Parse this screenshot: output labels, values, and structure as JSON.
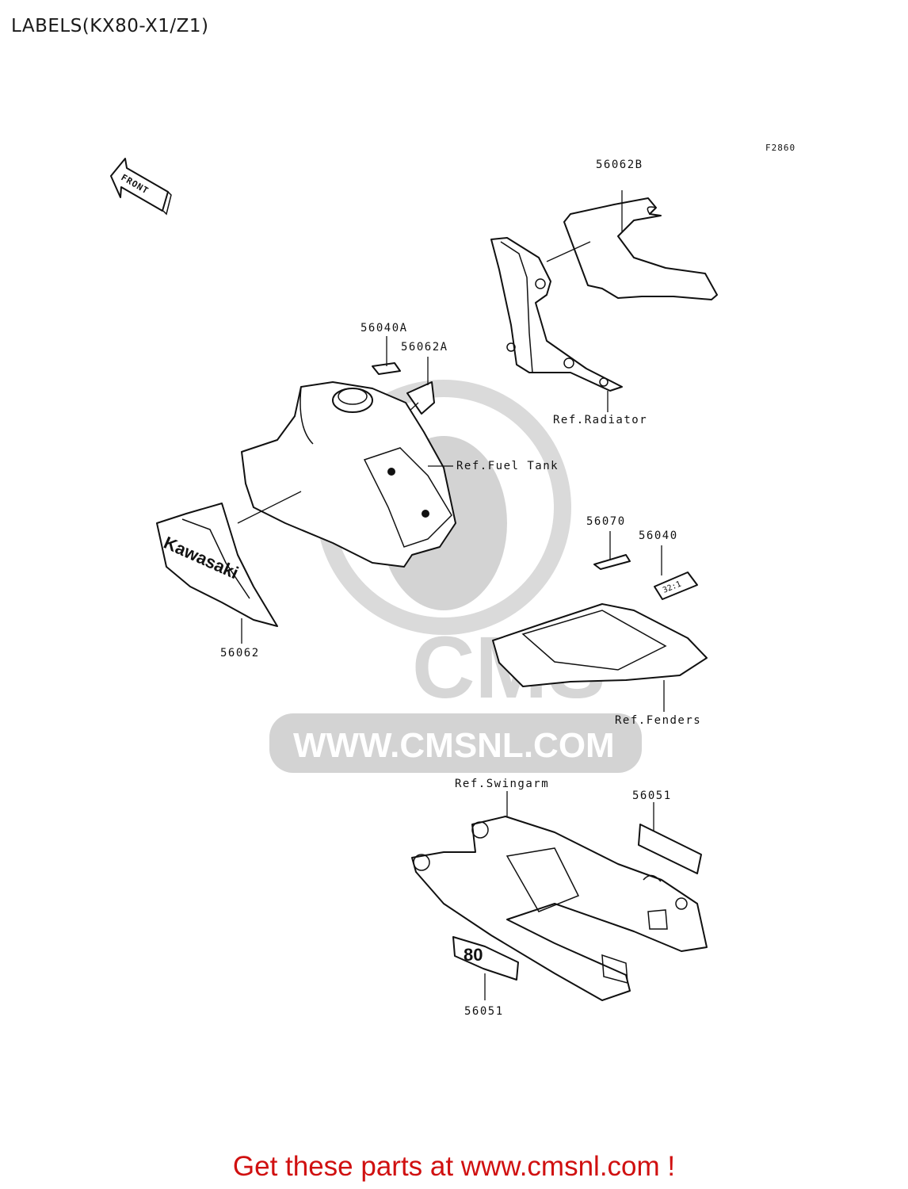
{
  "page": {
    "title": "LABELS(KX80-X1/Z1)"
  },
  "figure": {
    "code": "F2860",
    "front_arrow": "FRONT"
  },
  "watermark": {
    "brand": "CMS",
    "url": "WWW.CMSNL.COM"
  },
  "parts": [
    {
      "number": "56062B"
    },
    {
      "number": "56040A"
    },
    {
      "number": "56062A"
    },
    {
      "number": "56062"
    },
    {
      "number": "56070"
    },
    {
      "number": "56040"
    },
    {
      "number": "56051"
    },
    {
      "number": "56051"
    }
  ],
  "references": {
    "radiator": "Ref.Radiator",
    "fuel_tank": "Ref.Fuel Tank",
    "fenders": "Ref.Fenders",
    "swingarm": "Ref.Swingarm"
  },
  "decals": {
    "shroud_brand": "Kawasaki",
    "ratio_label": "32:1"
  },
  "footer": {
    "text": "Get these parts at www.cmsnl.com !"
  },
  "colors": {
    "footer": "#d01010",
    "linework": "#111111",
    "watermark": "#cfcfcf"
  }
}
